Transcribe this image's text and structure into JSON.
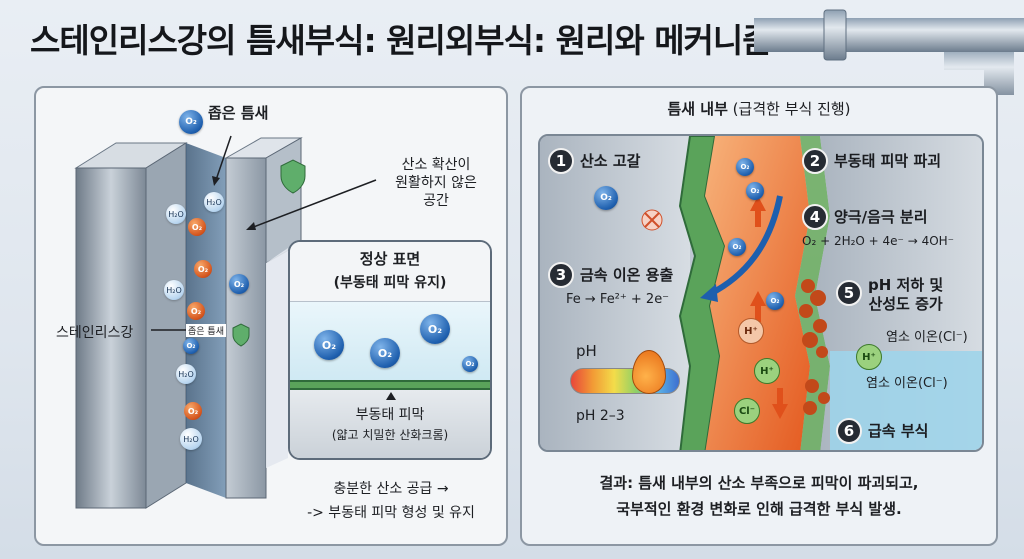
{
  "title": "스테인리스강의 틈새부식: 원리외부식: 원리와 메커니즘",
  "left": {
    "narrow_gap_label": "좁은 틈새",
    "stainless_label": "스테인리스강",
    "gap_tag": "좁은 틈새",
    "oxygen_diffusion_label": "산소 확산이\n원활하지 않은\n공간",
    "normal_surface_title": "정상 표면",
    "normal_surface_subtitle": "(부동태 피막 유지)",
    "passive_film_label": "부동태 피막",
    "passive_film_desc": "(얇고 치밀한 산화크롬)",
    "bottom_line1": "충분한 산소 공급 →",
    "bottom_line2": "-> 부동태 피막 형성 및 유지",
    "o2_text": "O₂",
    "h2o_text": "H₂O"
  },
  "right": {
    "header_bold": "틈새 내부",
    "header_rest": " (급격한 부식 진행)",
    "steps": [
      {
        "num": "1",
        "label": "산소 고갈"
      },
      {
        "num": "2",
        "label": "부동태 피막 파괴"
      },
      {
        "num": "3",
        "label": "금속 이온 용출"
      },
      {
        "num": "4",
        "label": "양극/음극 분리"
      },
      {
        "num": "5",
        "label": "pH 저하 및\n산성도 증가"
      },
      {
        "num": "6",
        "label": "급속 부식"
      }
    ],
    "iron_eq": "Fe → Fe²⁺ + 2e⁻",
    "oxygen_eq": "O₂ + 2H₂O + 4e⁻ → 4OH⁻",
    "ph_label": "pH",
    "ph_range": "pH 2–3",
    "chloride_label_1": "염소 이온(Cl⁻)",
    "chloride_label_2": "염소 이온(Cl⁻)",
    "h_plus": "H⁺",
    "cl_minus": "Cl⁻",
    "conclusion_line1": "결과: 틈새 내부의 산소 부족으로 피막이 파괴되고,",
    "conclusion_line2": "국부적인 환경 변화로 인해 급격한 부식 발생."
  },
  "colors": {
    "passive_film": "#5aa35a",
    "corrosion_orange": "#ef7a3a",
    "oxygen_blue": "#1e5fae",
    "water_blue": "#9fd4ea"
  }
}
